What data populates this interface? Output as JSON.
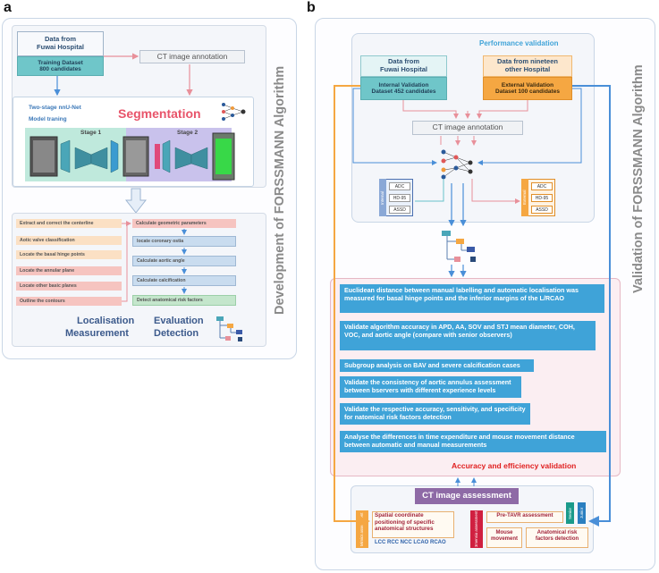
{
  "panel_a": {
    "letter": "a",
    "side_title": "Development of FORSSMANN Algorithm",
    "data_box": {
      "title_line1": "Data from",
      "title_line2": "Fuwai Hospital",
      "sub_line1": "Training Dataset",
      "sub_line2": "800 candidates"
    },
    "ct_annotation": "CT image annotation",
    "model_line1": "Two-stage nnU-Net",
    "model_line2": "Model traning",
    "segmentation": "Segmentation",
    "stage1": "Stage 1",
    "stage2": "Stage 2",
    "left_steps": [
      "Extract and correct the centerline",
      "Aotic valve classification",
      "Locate the basal hinge points",
      "Locate the annular plane",
      "Locate other basic planes",
      "Outline the contours"
    ],
    "right_steps": [
      "Calculate geometric parameters",
      "locate coronary ostia",
      "Calculate aortic angle",
      "Calculate  calcification",
      "Detect anatomical risk factors"
    ],
    "labels": {
      "localisation": "Localisation",
      "measurement": "Measurement",
      "evaluation": "Evaluation",
      "detection": "Detection"
    }
  },
  "panel_b": {
    "letter": "b",
    "side_title": "Validation of FORSSMANN Algorithm",
    "performance_title": "Performance validation",
    "internal": {
      "line1": "Data from",
      "line2": "Fuwai Hospital",
      "sub1": "Internal Validation",
      "sub2": "Dataset 452 candidates"
    },
    "external": {
      "line1": "Data from nineteen",
      "line2": "other Hospital",
      "sub1": "External Validation",
      "sub2": "Dataset 100 candidates"
    },
    "ct_annotation": "CT image annotation",
    "internal_label": "Internal",
    "external_label": "External",
    "metrics": [
      "ADC",
      "HD-95",
      "ASSD"
    ],
    "validation_items": [
      "Euclidean distance between manual labelling and automatic localisation was measured for basal hinge points and the inferior margins of the L/RCAO",
      "Validate algorithm accuracy in APD, AA, SOV and STJ mean diameter, COH, VOC, and aortic angle (compare with senior observers)",
      "Subgroup analysis on BAV and severe calcification cases",
      "Validate the consistency of aortic annulus assessment between bservers with different experience levels",
      "Validate the respective accuracy, sensitivity, and specificity for natomical risk factors detection",
      "Analyse the differences in time expenditure and mouse movement distance between automatic and manual measurements"
    ],
    "accuracy_title": "Accuracy and efficiency validation",
    "ct_assessment": "CT image assessment",
    "mimics": "Mimics assessment",
    "spatial_line1": "Spatial coordinate",
    "spatial_line2": "positioning of specific",
    "spatial_line3": "anatomical structures",
    "structures": "LCC RCC NCC LCAO RCAO",
    "threemensio": "3mensio assessment",
    "pretavr": "Pre-TAVR assessment",
    "mouse_line1": "Mouse",
    "mouse_line2": "movement",
    "risk_line1": "Anatomical risk",
    "risk_line2": "factors detection",
    "senior": "Senior",
    "junior": "Junior"
  },
  "colors": {
    "blue": "#4a8fd8",
    "pink": "#e8909a",
    "orange": "#f5a742",
    "teal": "#67c3c9",
    "purple": "#8e6aa6",
    "red_title": "#e8546a",
    "blue_box": "#3fa3d8"
  }
}
